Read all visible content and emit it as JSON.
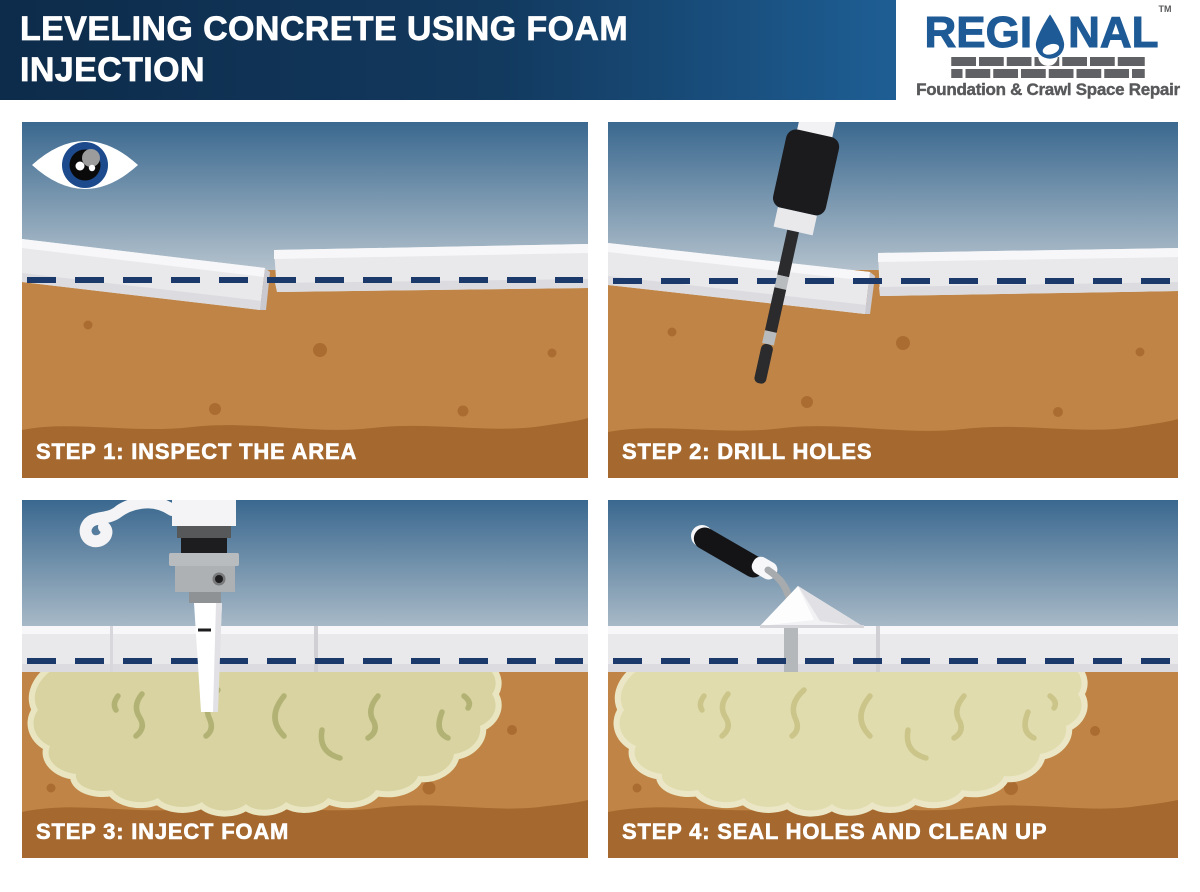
{
  "header": {
    "title_line1": "LEVELING CONCRETE USING FOAM",
    "title_line2": "INJECTION",
    "logo": {
      "brand_prefix": "REGI",
      "brand_suffix": "NAL",
      "trademark": "TM",
      "tagline": "Foundation & Crawl Space Repair"
    }
  },
  "steps": [
    {
      "label": "STEP 1: INSPECT THE AREA",
      "icon": "eye-icon"
    },
    {
      "label": "STEP 2: DRILL HOLES",
      "icon": "drill-icon"
    },
    {
      "label": "STEP 3: INJECT FOAM",
      "icon": "injection-gun-icon"
    },
    {
      "label": "STEP 4: SEAL HOLES AND CLEAN UP",
      "icon": "trowel-icon"
    }
  ],
  "colors": {
    "header_gradient_start": "#0d2b4a",
    "header_gradient_end": "#1e5e94",
    "brand_blue": "#1e5a96",
    "brand_gray": "#58595b",
    "sky_top": "#3a688f",
    "sky_bottom": "#bcc8d1",
    "concrete": "#e9e9ec",
    "concrete_highlight": "#f7f7f9",
    "concrete_shade": "#dcdce0",
    "soil": "#c08546",
    "soil_dark_band": "#a5682e",
    "soil_dot": "#ab6c32",
    "level_line_navy": "#1b3a6b",
    "foam_fill": "#d8d3a0",
    "foam_rim": "#e9e5c0",
    "foam_squiggle": "#b2b274",
    "label_text": "#ffffff"
  }
}
